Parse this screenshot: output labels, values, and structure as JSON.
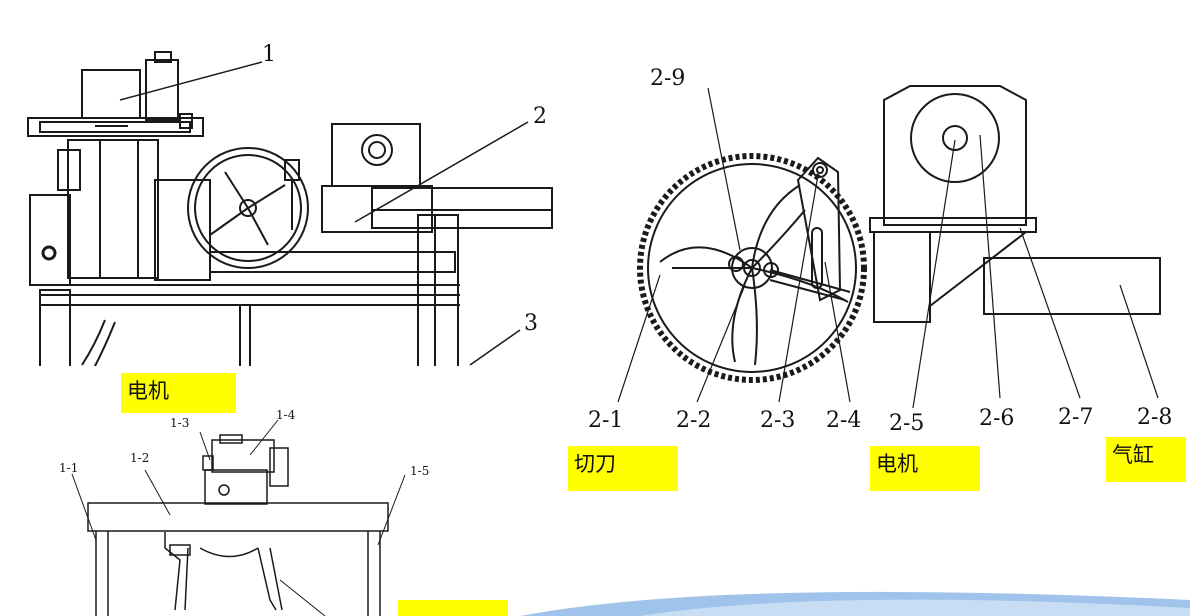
{
  "photo_labels": {
    "assembly": [
      "1",
      "2",
      "3"
    ],
    "motor_highlight": "电机"
  },
  "cutter_labels": {
    "parts_bottom": [
      "2-1",
      "2-2",
      "2-3",
      "2-4",
      "2-5",
      "2-6",
      "2-7",
      "2-8"
    ],
    "part_top": "2-9",
    "highlights": {
      "cutter": "切刀",
      "motor": "电机",
      "cylinder": "气缸"
    }
  },
  "motor_unit_labels": [
    "1-1",
    "1-2",
    "1-3",
    "1-4",
    "1-5"
  ],
  "colors": {
    "highlight": "#ffff00",
    "line": "#1a1a1a",
    "wave": "#9fc3ea"
  }
}
